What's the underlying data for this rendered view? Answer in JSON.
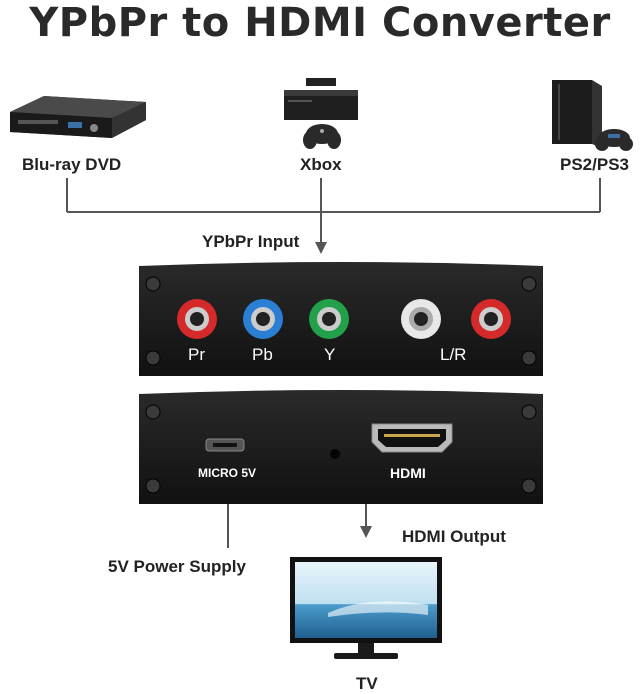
{
  "title": "YPbPr to HDMI Converter",
  "sources": [
    {
      "label": "Blu-ray DVD",
      "icon": "bluray-player-icon"
    },
    {
      "label": "Xbox",
      "icon": "xbox-console-icon"
    },
    {
      "label": "PS2/PS3",
      "icon": "playstation-console-icon"
    }
  ],
  "input_label": "YPbPr Input",
  "front_panel": {
    "ports": [
      {
        "label": "Pr",
        "color": "#d42a2a"
      },
      {
        "label": "Pb",
        "color": "#2a7fd4"
      },
      {
        "label": "Y",
        "color": "#22a04a"
      },
      {
        "label": "L/R",
        "color": "#e8e8e8"
      },
      {
        "label": "",
        "color": "#d42a2a"
      }
    ]
  },
  "back_panel": {
    "micro_label": "MICRO 5V",
    "hdmi_label": "HDMI"
  },
  "power_label": "5V Power Supply",
  "output_label": "HDMI Output",
  "tv_label": "TV",
  "colors": {
    "device_body": "#1e1e1e",
    "line": "#555555",
    "title": "#2a2a2a"
  }
}
